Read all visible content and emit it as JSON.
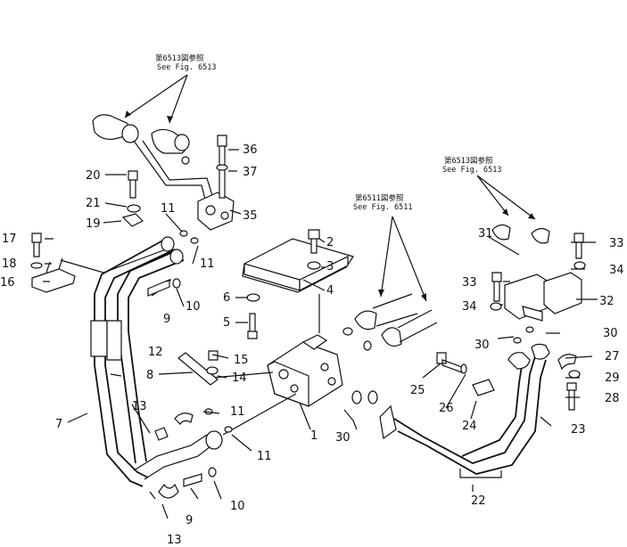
{
  "callouts": {
    "c1": "1",
    "c2": "2",
    "c3": "3",
    "c4": "4",
    "c5": "5",
    "c6": "6",
    "c7": "7",
    "c8": "8",
    "c9a": "9",
    "c9b": "9",
    "c10a": "10",
    "c10b": "10",
    "c11a": "11",
    "c11b": "11",
    "c11c": "11",
    "c11d": "11",
    "c12": "12",
    "c13a": "13",
    "c13b": "13",
    "c14": "14",
    "c15": "15",
    "c16": "16",
    "c17": "17",
    "c18": "18",
    "c19": "19",
    "c20": "20",
    "c21": "21",
    "c22": "22",
    "c23": "23",
    "c24": "24",
    "c25": "25",
    "c26": "26",
    "c27": "27",
    "c28": "28",
    "c29": "29",
    "c30a": "30",
    "c30b": "30",
    "c30c": "30",
    "c31": "31",
    "c32": "32",
    "c33a": "33",
    "c33b": "33",
    "c34a": "34",
    "c34b": "34",
    "c35": "35",
    "c36": "36",
    "c37": "37"
  },
  "references": {
    "ref_left_jp": "第6513図参照",
    "ref_left_en": "See Fig. 6513",
    "ref_mid_jp": "第6511図参照",
    "ref_mid_en": "See Fig. 6511",
    "ref_right_jp": "第6513図参照",
    "ref_right_en": "See Fig. 6513"
  }
}
